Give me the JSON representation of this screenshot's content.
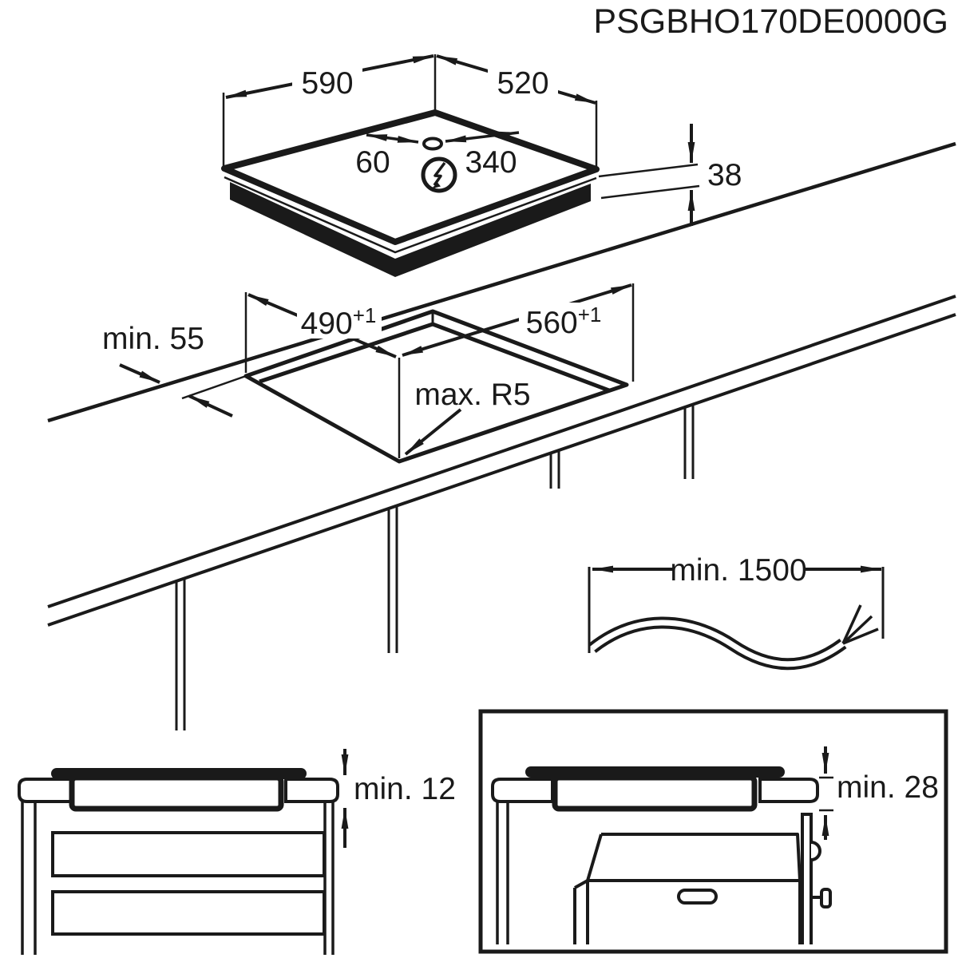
{
  "title": "PSGBHO170DE0000G",
  "colors": {
    "line": "#1a1a1a",
    "background": "#ffffff"
  },
  "hob_top_view": {
    "width_label": "590",
    "depth_label": "520",
    "cable_offset_left_label": "60",
    "cable_offset_right_label": "340",
    "height_label": "38"
  },
  "cutout_view": {
    "rear_clearance_label": "min. 55",
    "depth_label": "490",
    "depth_tolerance_label": "+1",
    "width_label": "560",
    "width_tolerance_label": "+1",
    "corner_radius_label": "max. R5"
  },
  "cable_view": {
    "length_label": "min. 1500"
  },
  "drawer_installation_view": {
    "clearance_label": "min. 12"
  },
  "oven_installation_view": {
    "clearance_label": "min. 28"
  }
}
